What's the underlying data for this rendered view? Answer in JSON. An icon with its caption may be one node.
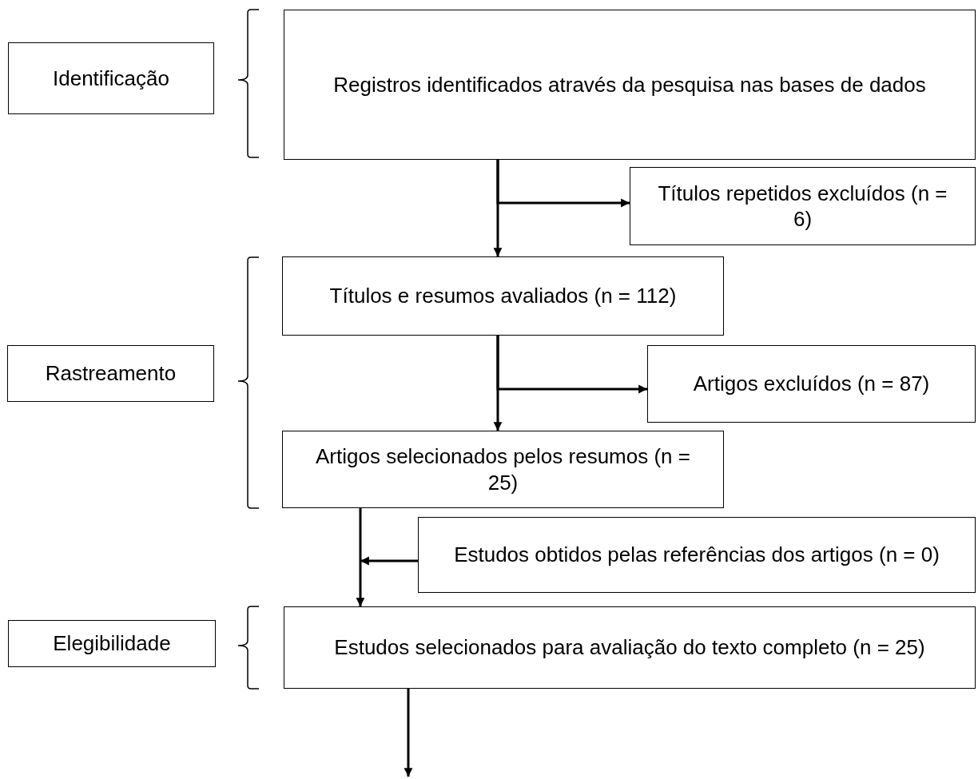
{
  "diagram": {
    "nodes": [
      {
        "text": [
          "Identificação"
        ]
      },
      {
        "text": [
          "Registros identificados através da pesquisa nas bases de dados"
        ]
      },
      {
        "text": [
          "Títulos repetidos excluídos (n = 6)"
        ]
      },
      {
        "text": [
          "Títulos e resumos avaliados (n = 112)"
        ]
      },
      {
        "text": [
          "Rastreamento"
        ]
      },
      {
        "text": [
          "Artigos excluídos (n = 87)"
        ]
      },
      {
        "text": [
          "Artigos selecionados pelos resumos (n = 25)"
        ]
      },
      {
        "text": [
          "Estudos obtidos pelas referências dos artigos (n = 0)"
        ]
      },
      {
        "text": [
          "Elegibilidade"
        ]
      },
      {
        "text": [
          "Estudos selecionados para avaliação do texto completo (n = 25)"
        ]
      }
    ],
    "edges": [
      {
        "from": 1,
        "to": 3,
        "arrow": "to"
      },
      {
        "from": 1,
        "to": 2,
        "arrow": "to"
      },
      {
        "from": 3,
        "to": 6,
        "arrow": "to"
      },
      {
        "from": 3,
        "to": 5,
        "arrow": "to"
      },
      {
        "from": 6,
        "to": 9,
        "arrow": "to"
      },
      {
        "from": 7,
        "to": 9,
        "arrow": "to"
      },
      {
        "from": 9,
        "to": null,
        "arrow": "to"
      }
    ]
  }
}
